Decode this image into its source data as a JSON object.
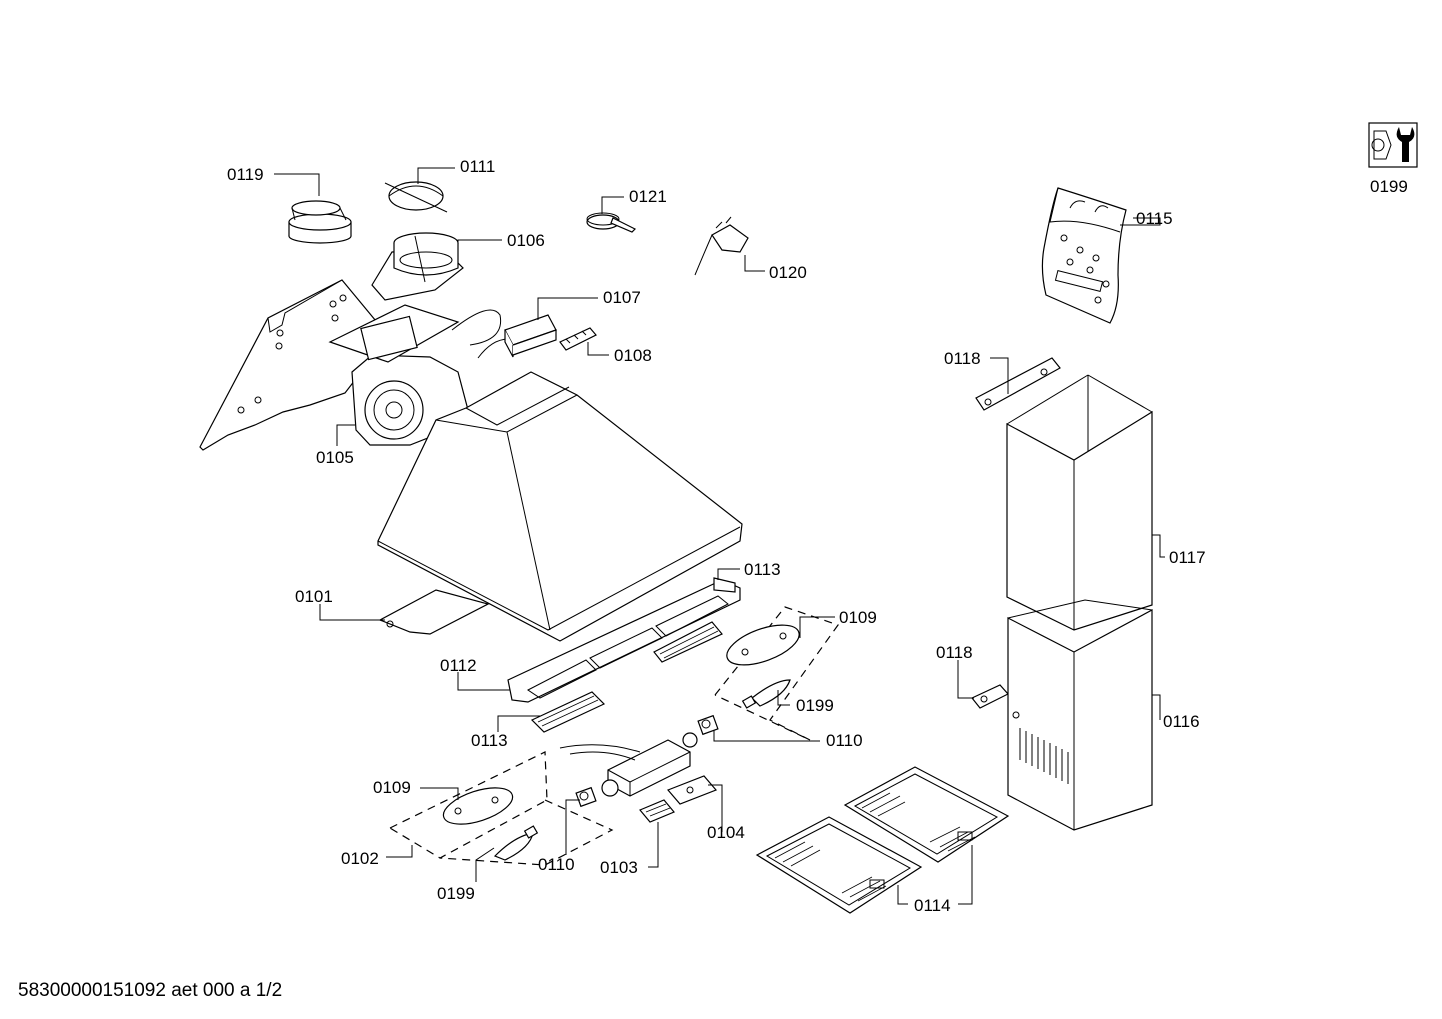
{
  "footer": {
    "document_code": "58300000151092 aet 000 a 1/2"
  },
  "service_icon": {
    "icon": "tools-icon",
    "label": "0199"
  },
  "labels": {
    "l0119": "0119",
    "l0111": "0111",
    "l0121": "0121",
    "l0106": "0106",
    "l0120": "0120",
    "l0107": "0107",
    "l0108": "0108",
    "l0105": "0105",
    "l0115": "0115",
    "l0118a": "0118",
    "l0117": "0117",
    "l0113a": "0113",
    "l0101": "0101",
    "l0109a": "0109",
    "l0112": "0112",
    "l0199a": "0199",
    "l0113b": "0113",
    "l0110a": "0110",
    "l0118b": "0118",
    "l0116": "0116",
    "l0109b": "0109",
    "l0104": "0104",
    "l0102": "0102",
    "l0110b": "0110",
    "l0103": "0103",
    "l0199b": "0199",
    "l0114": "0114"
  }
}
